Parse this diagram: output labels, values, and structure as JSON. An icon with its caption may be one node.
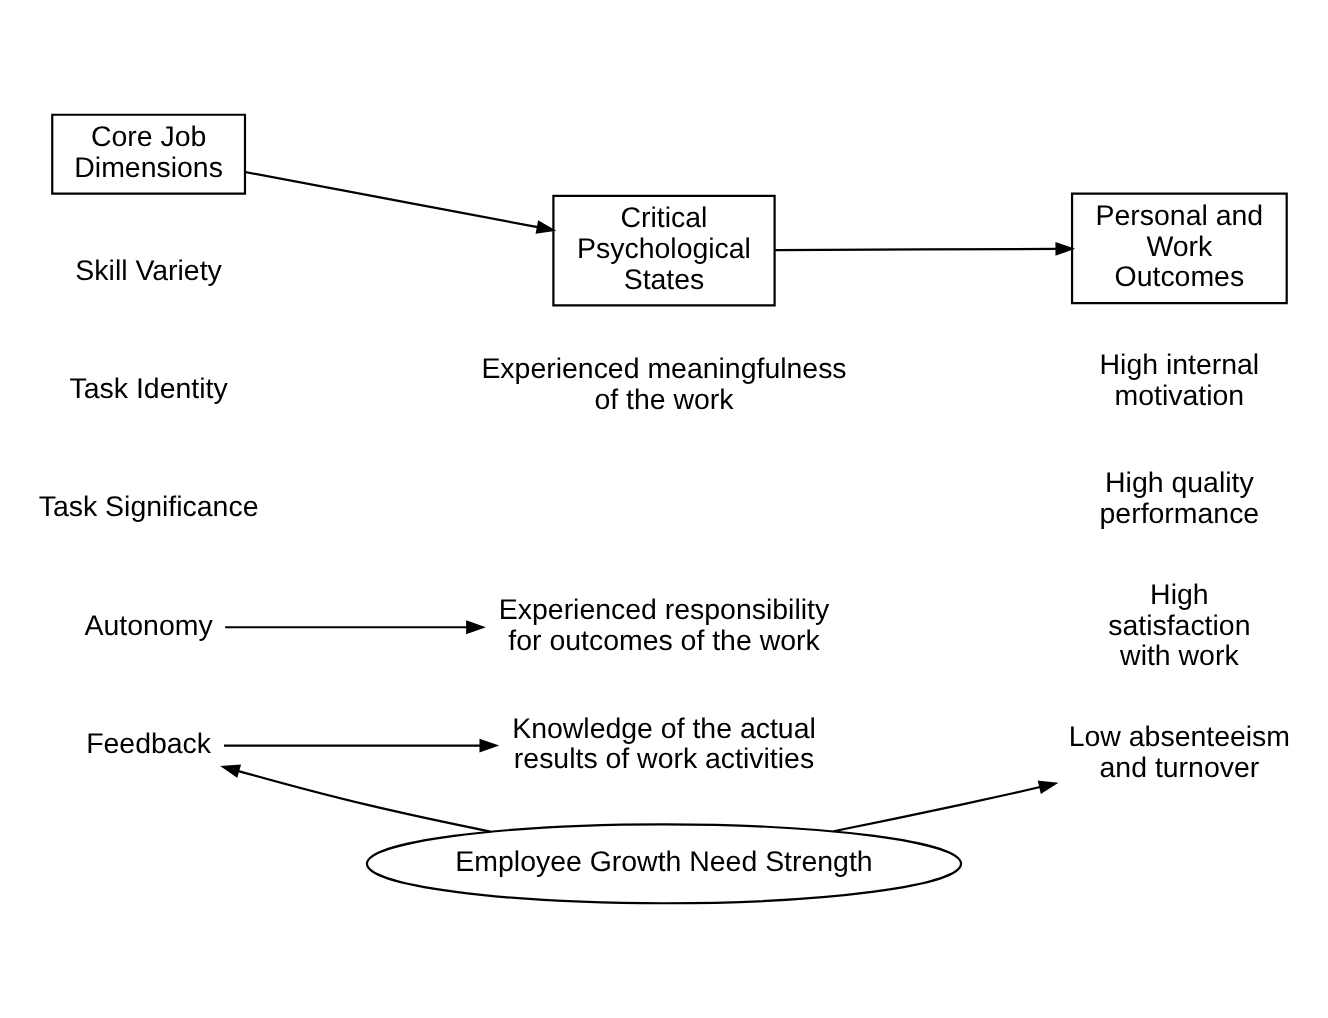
{
  "diagram": {
    "nodes": [
      {
        "text": [
          "Core Job Dimensions"
        ]
      },
      {
        "text": [
          "Critical Psychological States"
        ]
      },
      {
        "text": [
          "Personal and Work Outcomes"
        ]
      },
      {
        "text": [
          "Skill Variety"
        ]
      },
      {
        "text": [
          "Task Identity"
        ]
      },
      {
        "text": [
          "Task Significance"
        ]
      },
      {
        "text": [
          "Experienced meaningfulness of the work"
        ]
      },
      {
        "text": [
          "Autonomy"
        ]
      },
      {
        "text": [
          "Experienced responsibility for outcomes of the work"
        ]
      },
      {
        "text": [
          "Feedback"
        ]
      },
      {
        "text": [
          "Knowledge of the actual results of work activities"
        ]
      },
      {
        "text": [
          "High internal motivation"
        ]
      },
      {
        "text": [
          "High quality performance"
        ]
      },
      {
        "text": [
          "High satisfaction with work"
        ]
      },
      {
        "text": [
          "Low absenteeism and turnover"
        ]
      },
      {
        "text": [
          "Employee Growth Need Strength"
        ]
      }
    ],
    "edges": [
      {
        "from": 0,
        "to": 1,
        "arrow": "to"
      },
      {
        "from": 1,
        "to": 2,
        "arrow": "to"
      },
      {
        "from": 7,
        "to": 8,
        "arrow": "to"
      },
      {
        "from": 9,
        "to": 10,
        "arrow": "to"
      },
      {
        "from": 15,
        "to": 9,
        "arrow": "to"
      },
      {
        "from": 15,
        "to": 14,
        "arrow": "to"
      }
    ]
  }
}
